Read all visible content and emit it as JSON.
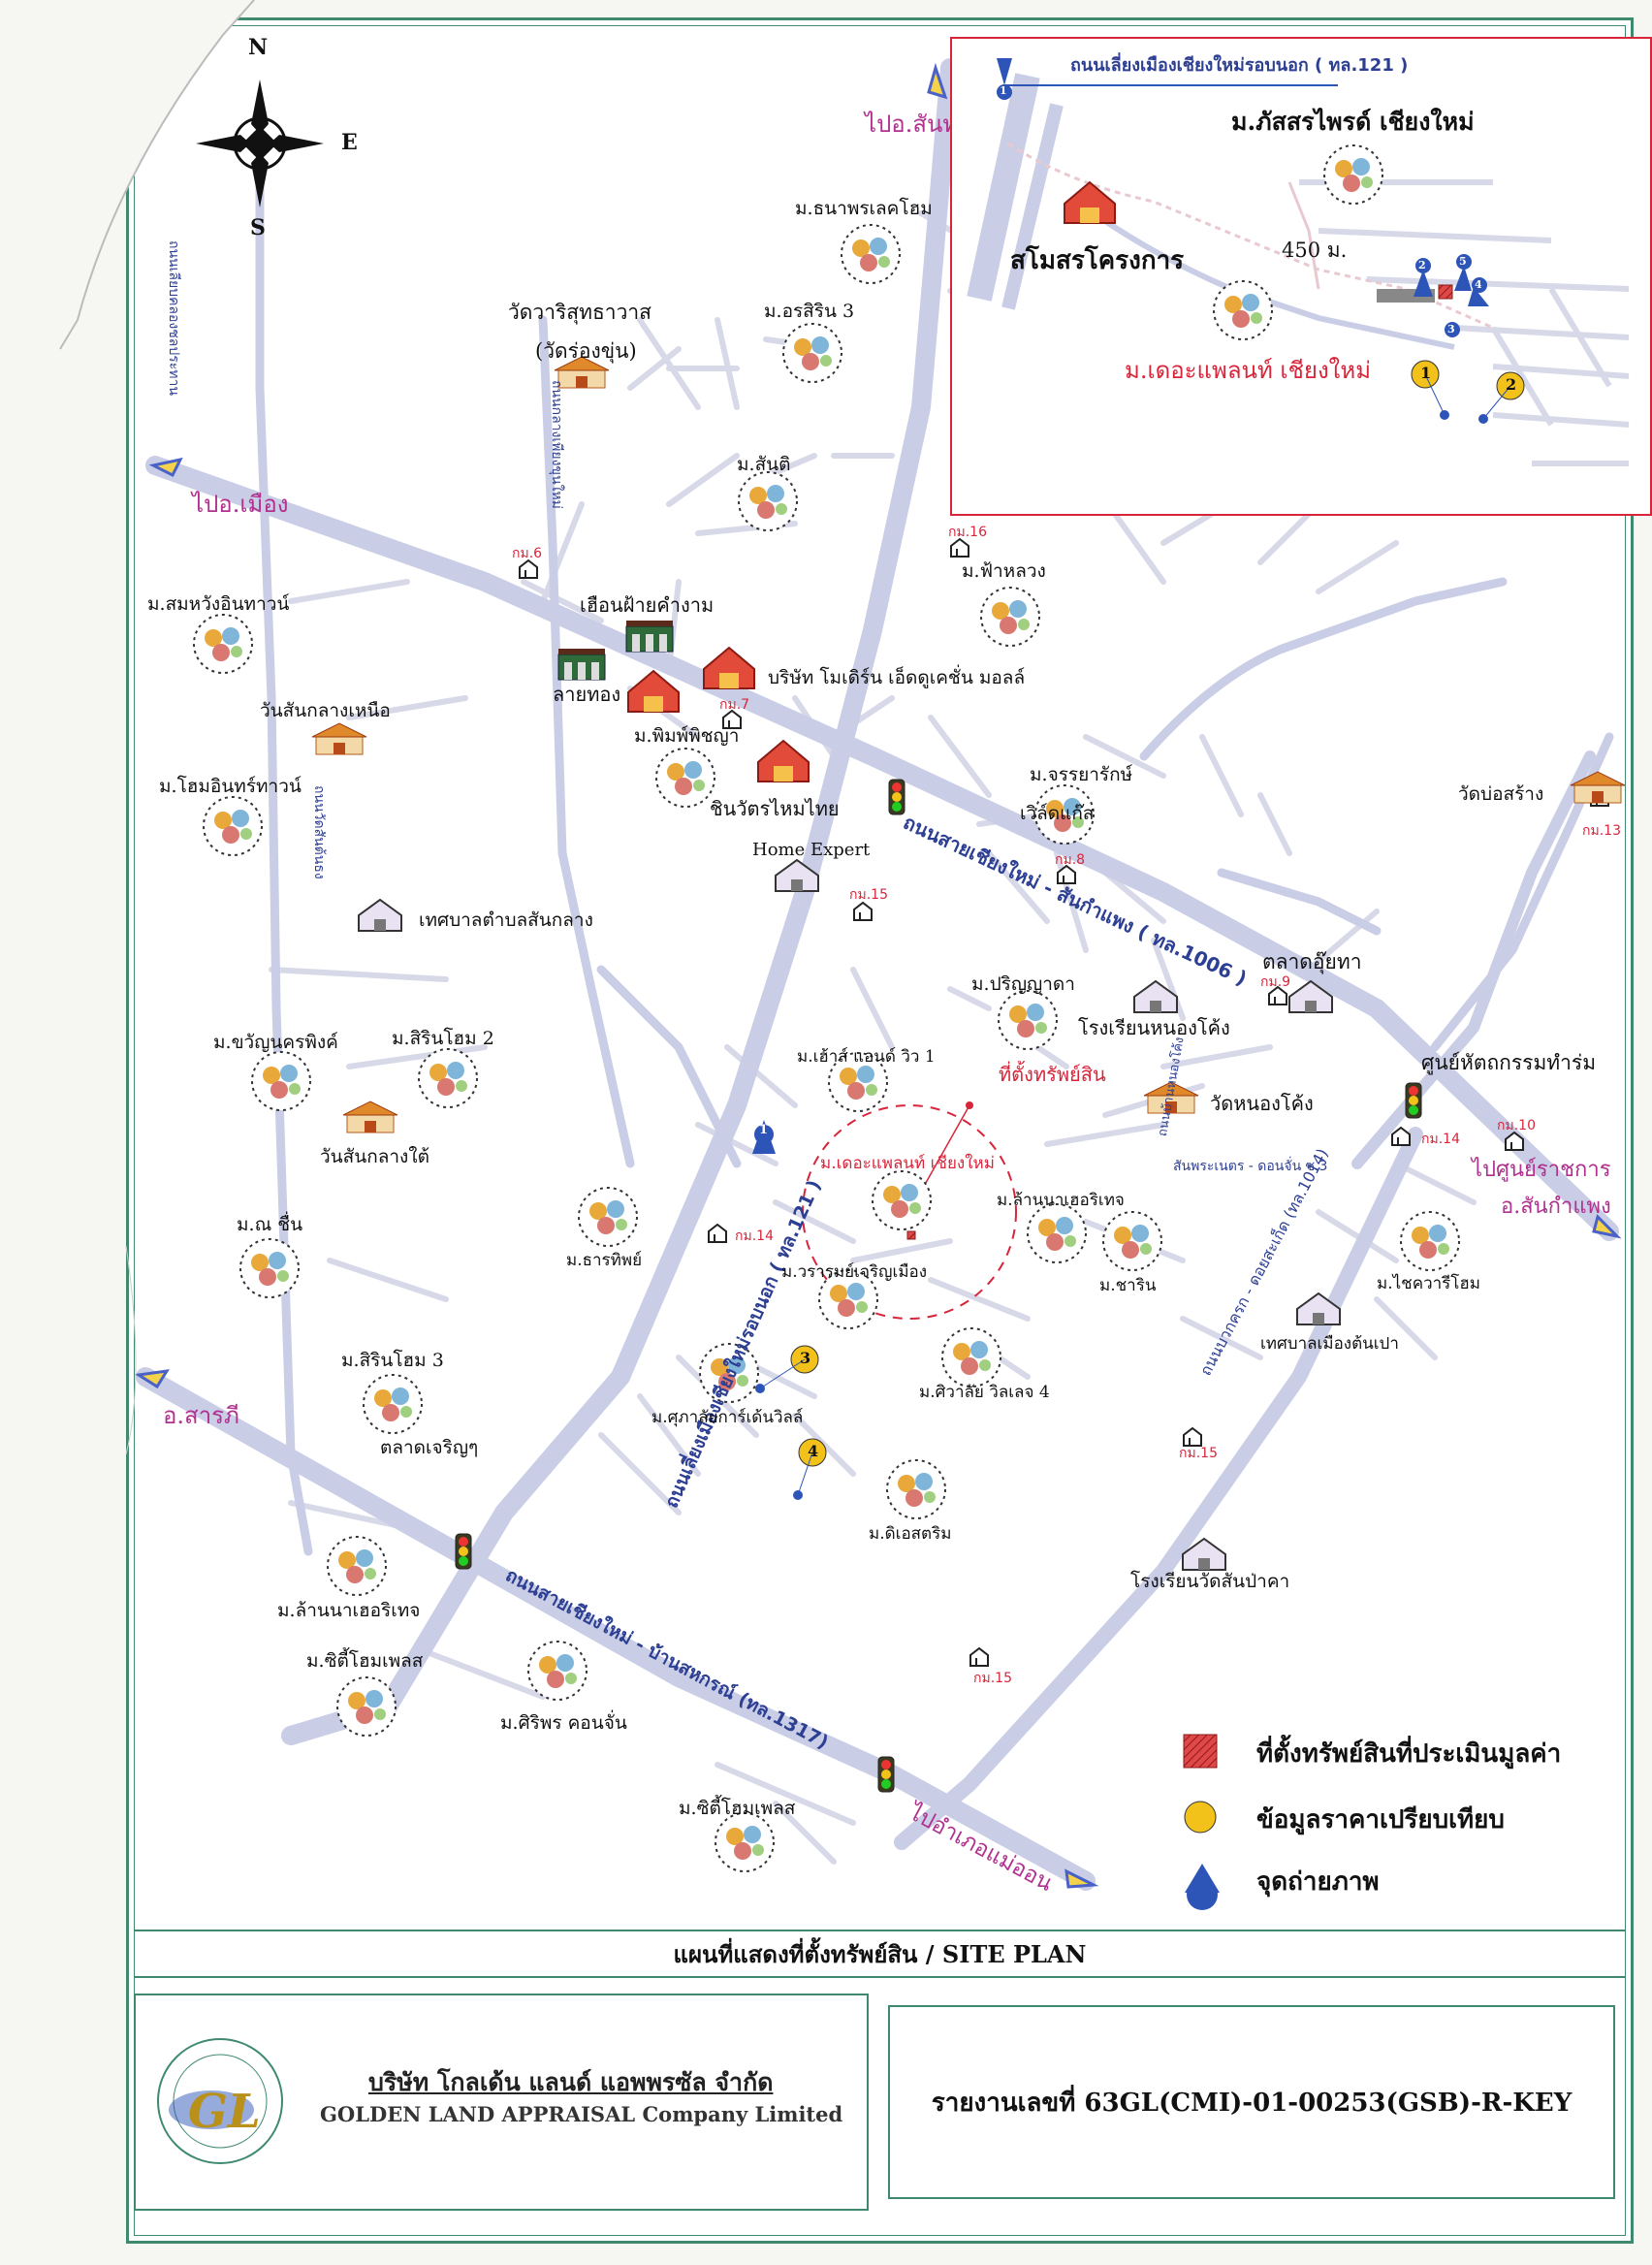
{
  "compass": {
    "n": "N",
    "e": "E",
    "s": "S"
  },
  "directions": {
    "to_san_sai": "ไปอ.สันทราย",
    "to_mueang": "ไปอ.เมือง",
    "to_saraphi": "อ.สารภี",
    "to_government_center": "ไปศูนย์ราชการ",
    "to_san_kamphaeng": "อ.สันกำแพง",
    "to_mae_on": "ไปอำเภอแม่ออน"
  },
  "roads": {
    "ring_road": "ถนนเลี่ยงเมืองเชียงใหม่รอบนอก ( ทล.121 )",
    "san_kamphaeng_road": "ถนนสายเชียงใหม่ - สันกำแพง ( ทล.1006 )",
    "ban_sahakorn_road": "ถนนสายเชียงใหม่ - บ้านสหกรณ์ (ทล.1317)",
    "doi_saket_road": "ถนนบวกครก - ดอยสะเก็ด (ทล.1014)",
    "san_phra_road": "สันพระเนตร - ดอนจั่น ซ.3",
    "rat_road_v": "ถนนเลียบคลองชลประทาน",
    "klong_road_v": "ถนนกลางเพียงขุนใหม่",
    "rat_road_2": "ถนนวัดสันต้นธง",
    "rat_road_3": "ถนนบ้านหนองโค้ง",
    "rat_road_4": "ถนนชุมชนหนองโค้ง"
  },
  "km_markers": [
    "กม.6",
    "กม.7",
    "กม.8",
    "กม.9",
    "กม.10",
    "กม.13",
    "กม.14",
    "กม.14",
    "กม.15",
    "กม.15",
    "กม.15",
    "กม.16"
  ],
  "places": {
    "wat_ruam": "วัดวาริสุทธาวาส",
    "wat_ruam_sub": "(วัดร่องขุ่น)",
    "m_thana": "ม.ธนาพรเลคโฮม",
    "m_orasirin3": "ม.อรสิริน 3",
    "m_santi": "ม.สันติ",
    "m_fahluang": "ม.ฟ้าหลวง",
    "m_somwang": "ม.สมหวังอินทาวน์",
    "wat_sanklang_north": "วันสันกลางเหนือ",
    "m_home_in": "ม.โฮมอินทร์ทาวน์",
    "ruan_fai": "เฮือนฝ้ายคำงาม",
    "lai_thong": "ลายทอง",
    "modern_edu": "บริษัท โมเดิร์น เอ็ดดูเคชั่น มอลล์",
    "m_pimpichaya": "ม.พิมพ์พิชญา",
    "shinawatra": "ชินวัตรไหมไทย",
    "home_expert": "Home Expert",
    "m_janjarak": "ม.จรรยารักษ์",
    "world_gas": "เวิล์ดแก๊ส",
    "wat_bo_sang": "วัดบ่อสร้าง",
    "tessaban_sanklang": "เทศบาลตำบลสันกลาง",
    "talad_uida": "ตลาดอุ๊ยทา",
    "m_parinyada": "ม.ปริญญาดา",
    "rongrian_nongkhong": "โรงเรียนหนองโค้ง",
    "property_site": "ที่ตั้งทรัพย์สิน",
    "center_activity": "ศูนย์หัตถกรรมทำร่ม",
    "wat_nongkhong": "วัดหนองโค้ง",
    "m_kwanjai": "ม.ขวัญนครพิงค์",
    "m_sirin2": "ม.สิรินโฮม 2",
    "wat_sanklang_south": "วันสันกลางใต้",
    "m_house_view": "ม.เฮ้าส์ แอนด์ วิว 1",
    "m_the_plant": "ม.เดอะแพลนท์ เชียงใหม่",
    "m_lanna_heritage_c": "ม.ล้านนาเฮอริเทจ",
    "m_na_chuen": "ม.ณ ชื่น",
    "m_dharathip": "ม.ธารทิพย์",
    "m_waranya": "ม.วรารมย์เจริญเมือง",
    "m_charin": "ม.ชาริน",
    "m_chaiwari": "ม.ไชควารีโฮม",
    "tessaban_tonpao": "เทศบาลเมืองต้นเปา",
    "m_sirin3": "ม.สิรินโฮม 3",
    "talad_charoen": "ตลาดเจริญๆ",
    "m_supalai": "ม.ศุภาลัยการ์เด้นวิลล์",
    "m_siwalai": "ม.ศิวาลัย วิลเลจ 4",
    "m_lanna_heritage_s": "ม.ล้านนาเฮอริเทจ",
    "m_city_home1": "ม.ซิตี้โฮมเพลส",
    "m_siriporn": "ม.ศิริพร คอนจั่น",
    "m_d_estrim": "ม.ดิเอสตริม",
    "rongrian_sanpakha": "โรงเรียนวัดสันป่าคา",
    "m_city_home2": "ม.ซิตี้โฮมเพลส"
  },
  "inset": {
    "road": "ถนนเลี่ยงเมืองเชียงใหม่รอบนอก ( ทล.121 )",
    "m_passara": "ม.ภัสสรไพรด์ เชียงใหม่",
    "club": "สโมสรโครงการ",
    "distance": "450 ม.",
    "m_the_plant": "ม.เดอะแพลนท์ เชียงใหม่",
    "photo_points": [
      "1",
      "2",
      "3",
      "4",
      "5"
    ],
    "comparables": [
      "1",
      "2"
    ]
  },
  "main_markers": {
    "photo": "1",
    "comp3": "3",
    "comp4": "4"
  },
  "legend": {
    "subject": "ที่ตั้งทรัพย์สินที่ประเมินมูลค่า",
    "comparable": "ข้อมูลราคาเปรียบเทียบ",
    "photo": "จุดถ่ายภาพ"
  },
  "colors": {
    "road": "#c9cde6",
    "frame": "#3f8a6f",
    "label_red": "#d8253a",
    "label_pink": "#b0318e",
    "marker_blue": "#2d55b8",
    "marker_yellow": "#f2c21b"
  },
  "footer": {
    "title": "แผนที่แสดงที่ตั้งทรัพย์สิน / SITE PLAN",
    "company_th": "บริษัท โกลเด้น แลนด์ แอพพรซัล จำกัด",
    "company_en": "GOLDEN LAND APPRAISAL Company Limited",
    "logo": "GL",
    "report_no": "รายงานเลขที่ 63GL(CMI)-01-00253(GSB)-R-KEY"
  }
}
